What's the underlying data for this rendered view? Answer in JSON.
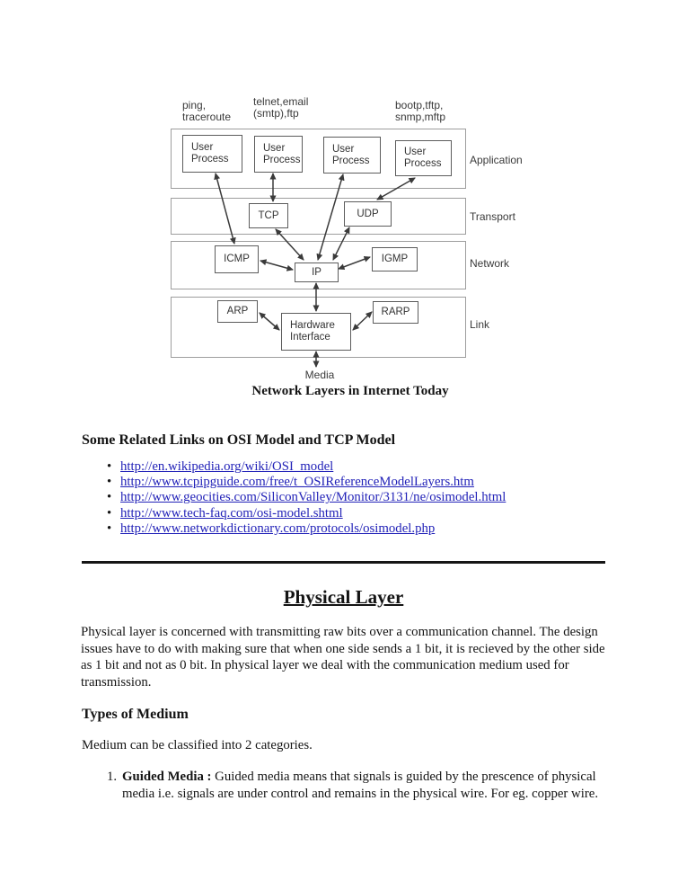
{
  "colors": {
    "link_blue": "#2222b8",
    "text": "#141414",
    "diagram_gray": "#3a3a3a"
  },
  "diagram": {
    "app_labels": [
      {
        "line1": "ping,",
        "line2": "traceroute"
      },
      {
        "line1": "telnet,email",
        "line2": "(smtp),ftp"
      },
      {
        "line1": "bootp,tftp,",
        "line2": "snmp,mftp"
      }
    ],
    "layer_labels": [
      "Application",
      "Transport",
      "Network",
      "Link"
    ],
    "boxes": {
      "up1": "User Process",
      "up2": "User Process",
      "up3": "User Process",
      "up4": "User Process",
      "tcp": "TCP",
      "udp": "UDP",
      "icmp": "ICMP",
      "ip": "IP",
      "igmp": "IGMP",
      "arp": "ARP",
      "hw": "Hardware Interface",
      "rarp": "RARP"
    },
    "media_label": "Media",
    "caption": "Network Layers in Internet Today"
  },
  "links_section": {
    "heading": "Some Related Links on OSI Model and TCP Model",
    "links": [
      "http://en.wikipedia.org/wiki/OSI_model",
      "http://www.tcpipguide.com/free/t_OSIReferenceModelLayers.htm",
      "http://www.geocities.com/SiliconValley/Monitor/3131/ne/osimodel.html",
      "http://www.tech-faq.com/osi-model.shtml",
      "http://www.networkdictionary.com/protocols/osimodel.php"
    ]
  },
  "physical": {
    "title": "Physical Layer",
    "intro": "Physical layer is concerned with transmitting raw bits over a communication channel. The design issues have to do with making sure that when one side sends a 1 bit, it is recieved by the other side as 1 bit and not as 0 bit. In physical layer we deal with the communication medium used for transmission.",
    "types_heading": "Types of Medium",
    "types_intro": "Medium can be classified into 2 categories.",
    "item1": {
      "number": "1.",
      "term": "Guided Media :",
      "text": " Guided media means that signals is guided by the prescence of physical media i.e. signals are under control and remains in the physical wire. For eg. copper wire."
    }
  }
}
